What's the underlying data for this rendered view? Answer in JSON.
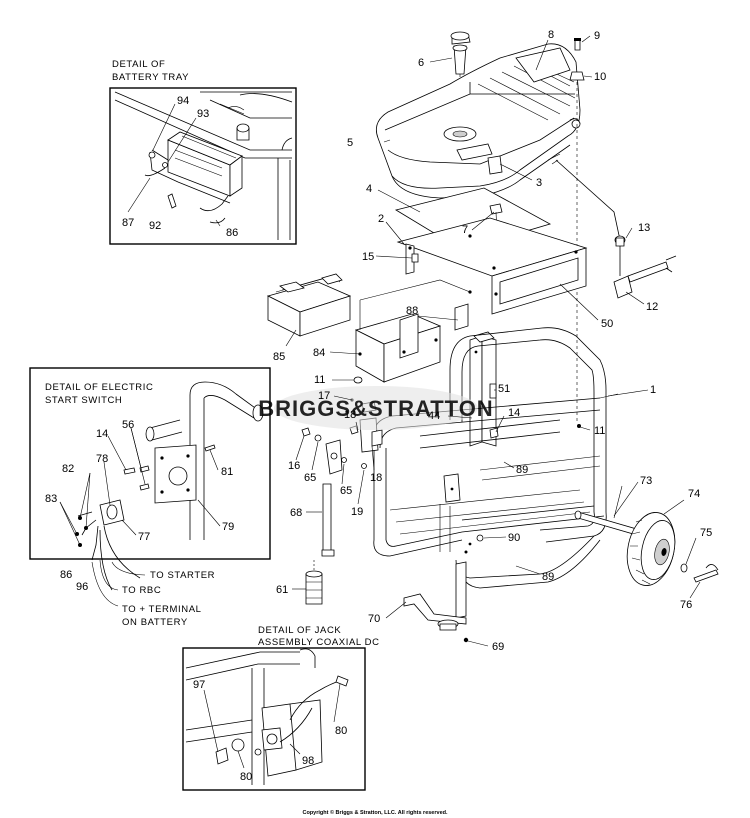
{
  "details": {
    "battery_tray": {
      "line1": "DETAIL OF",
      "line2": "BATTERY TRAY"
    },
    "electric_start": {
      "line1": "DETAIL OF ELECTRIC",
      "line2": "START SWITCH"
    },
    "jack_assembly": {
      "line1": "DETAIL OF JACK",
      "line2": "ASSEMBLY COAXIAL DC"
    }
  },
  "wiring_notes": {
    "to_starter": "TO STARTER",
    "to_rbc": "TO RBC",
    "to_terminal_1": "TO + TERMINAL",
    "to_terminal_2": "ON BATTERY"
  },
  "watermark": "BRIGGS&STRATTON",
  "copyright": "Copyright © Briggs & Stratton, LLC. All rights reserved.",
  "callouts": {
    "c1": "1",
    "c2": "2",
    "c3": "3",
    "c4": "4",
    "c5": "5",
    "c6": "6",
    "c7": "7",
    "c8": "8",
    "c9": "9",
    "c10": "10",
    "c11a": "11",
    "c11b": "11",
    "c12": "12",
    "c13": "13",
    "c14a": "14",
    "c14b": "14",
    "c15": "15",
    "c16": "16",
    "c17": "17",
    "c18a": "18",
    "c18b": "18",
    "c19": "19",
    "c44": "44",
    "c50": "50",
    "c51": "51",
    "c56": "56",
    "c61": "61",
    "c65a": "65",
    "c65b": "65",
    "c68": "68",
    "c69": "69",
    "c70": "70",
    "c73": "73",
    "c74": "74",
    "c75": "75",
    "c76": "76",
    "c77": "77",
    "c78": "78",
    "c79": "79",
    "c80a": "80",
    "c80b": "80",
    "c81": "81",
    "c82": "82",
    "c83": "83",
    "c84": "84",
    "c85": "85",
    "c86a": "86",
    "c86b": "86",
    "c87": "87",
    "c88": "88",
    "c89a": "89",
    "c89b": "89",
    "c90": "90",
    "c92": "92",
    "c93": "93",
    "c94": "94",
    "c96": "96",
    "c97": "97",
    "c98": "98"
  }
}
